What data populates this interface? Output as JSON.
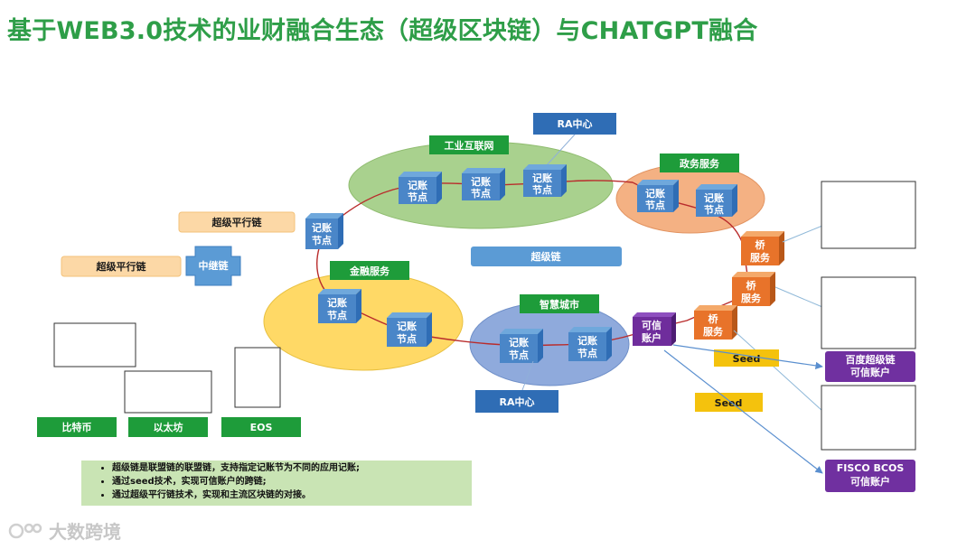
{
  "title": "基于WEB3.0技术的业财融合生态（超级区块链）与CHATGPT融合",
  "diagram": {
    "ra_center_top": "RA中心",
    "ra_center_bottom": "RA中心",
    "industrial_internet": "工业互联网",
    "gov_services": "政务服务",
    "finance_services": "金融服务",
    "smart_city": "智慧城市",
    "super_chain": "超级链",
    "parallel_chain_1": "超级平行链",
    "parallel_chain_2": "超级平行链",
    "relay_chain": "中继链",
    "ledger_node_line1": "记账",
    "ledger_node_line2": "节点",
    "bridge_line1": "桥",
    "bridge_line2": "服务",
    "trusted_account_line1": "可信",
    "trusted_account_line2": "账户",
    "seed_1": "Seed",
    "seed_2": "Seed",
    "baidu_chain_line1": "百度超级链",
    "baidu_chain_line2": "可信账户",
    "fisco_line1": "FISCO BCOS",
    "fisco_line2": "可信账户",
    "bitcoin": "比特币",
    "ethereum": "以太坊",
    "eos": "EOS"
  },
  "notes": [
    "超级链是联盟链的联盟链，支持指定记账节为不同的应用记账;",
    "通过seed技术，实现可信账户的跨链;",
    "通过超级平行链技术，实现和主流区块链的对接。"
  ],
  "watermark": "大数跨境",
  "colors": {
    "title_green": "#2e9e48",
    "node_blue": "#4a86c8",
    "green_label": "#1e9c3a",
    "bridge_orange": "#e8732a",
    "purple": "#6f2d9c",
    "seed_yellow": "#f4c20d"
  }
}
